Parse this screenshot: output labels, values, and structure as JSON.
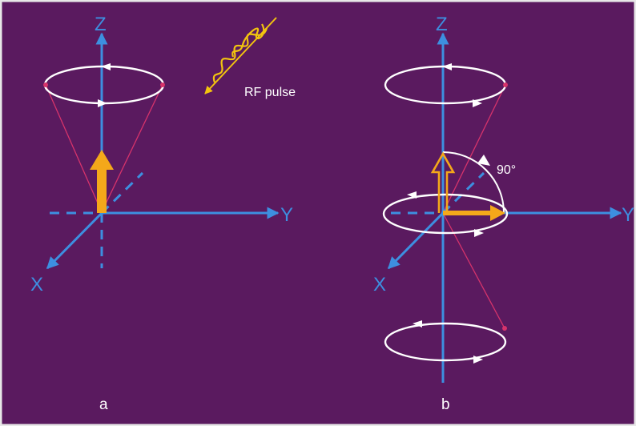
{
  "colors": {
    "background": "#5a1a5f",
    "axis": "#3d8fe0",
    "magnetization": "#f4a81a",
    "cone": "#d6336b",
    "precession": "#ffffff",
    "rf_pulse": "#f2c40f"
  },
  "panel_a": {
    "z_label": "Z",
    "y_label": "Y",
    "x_label": "X",
    "caption": "a",
    "rf_label": "RF pulse"
  },
  "panel_b": {
    "z_label": "Z",
    "y_label": "Y",
    "x_label": "X",
    "caption": "b",
    "angle_label": "90°"
  }
}
